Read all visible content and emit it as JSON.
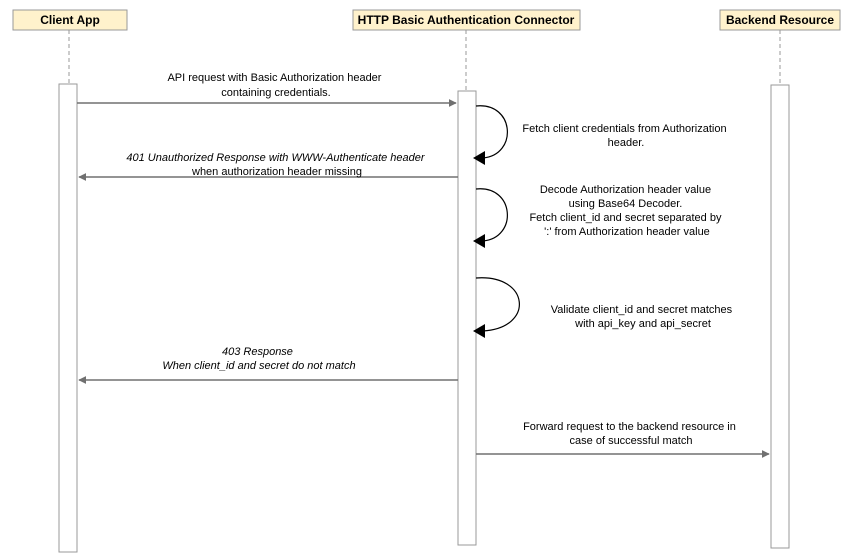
{
  "actors": {
    "client": {
      "label": "Client App"
    },
    "connector": {
      "label": "HTTP Basic Authentication Connector"
    },
    "backend": {
      "label": "Backend Resource"
    }
  },
  "messages": {
    "api_request": {
      "lines": [
        "API request with Basic Authorization header",
        "containing credentials."
      ]
    },
    "fetch_credentials": {
      "lines": [
        "Fetch client credentials from Authorization",
        "header."
      ]
    },
    "unauthorized": {
      "lines": [
        "401 Unauthorized Response with WWW-Authenticate header",
        "when authorization header missing"
      ]
    },
    "decode": {
      "lines": [
        "Decode Authorization header value",
        "using Base64 Decoder.",
        "Fetch client_id and secret separated by",
        "':' from Authorization header value"
      ]
    },
    "validate": {
      "lines": [
        "Validate client_id and secret matches",
        "with api_key and api_secret"
      ]
    },
    "forbidden": {
      "lines": [
        "403 Response",
        "When client_id and secret do not match"
      ]
    },
    "forward": {
      "lines": [
        "Forward request to the backend resource in",
        "case of successful match"
      ]
    }
  },
  "colors": {
    "actor_fill": "#fff2cc",
    "actor_stroke": "#999999",
    "arrow": "#707070"
  }
}
